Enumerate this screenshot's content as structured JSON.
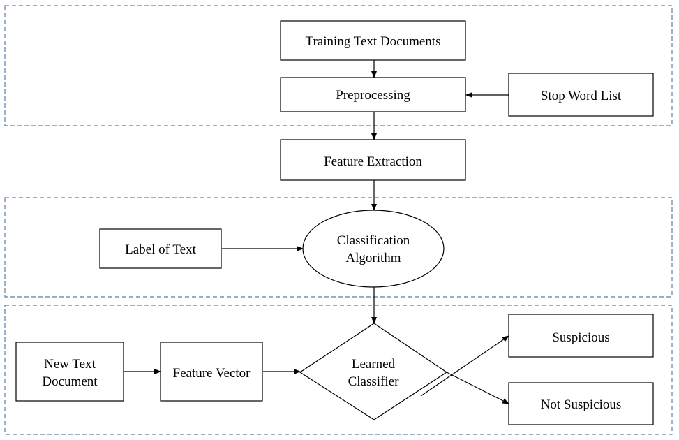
{
  "nodes": {
    "training_docs": "Training Text Documents",
    "preprocessing": "Preprocessing",
    "stop_word_list": "Stop Word List",
    "feature_extraction": "Feature Extraction",
    "label_of_text": "Label of Text",
    "classification_algorithm": [
      "Classification",
      "Algorithm"
    ],
    "new_text_document": [
      "New Text",
      "Document"
    ],
    "feature_vector": "Feature Vector",
    "learned_classifier": [
      "Learned",
      "Classifier"
    ],
    "suspicious": "Suspicious",
    "not_suspicious": "Not Suspicious"
  },
  "colors": {
    "dashed_border": "#5b7fa6",
    "stroke": "#000000",
    "background": "#ffffff"
  }
}
